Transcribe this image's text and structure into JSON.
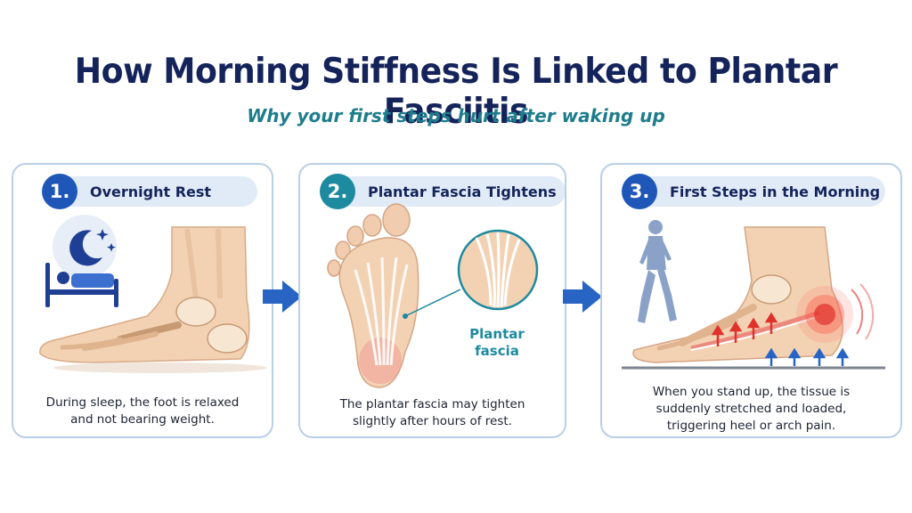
{
  "title": "How Morning Stiffness Is Linked to Plantar Fasciitis",
  "subtitle": "Why your first steps hurt after waking up",
  "colors": {
    "navy": "#14235a",
    "teal": "#1e7d8c",
    "blue_step": "#1f57b8",
    "teal_step": "#1e8aa0",
    "panel_border": "#b9cfe6",
    "arrow_blue": "#2764c4",
    "pain_red": "#e0312b"
  },
  "panels": [
    {
      "number": "1.",
      "heading": "Overnight Rest",
      "caption_lines": [
        "During sleep, the foot is relaxed",
        "and not bearing weight."
      ],
      "icons": [
        "moon-stars-icon",
        "bed-sleeping-person-icon",
        "foot-bones-illustration"
      ]
    },
    {
      "number": "2.",
      "heading": "Plantar Fascia Tightens",
      "caption_lines": [
        "The plantar fascia may tighten",
        "slightly after hours of rest."
      ],
      "callout_label_lines": [
        "Plantar",
        "fascia"
      ],
      "icons": [
        "foot-sole-illustration",
        "fascia-magnifier-icon"
      ]
    },
    {
      "number": "3.",
      "heading": "First Steps in the Morning",
      "caption_lines": [
        "When you stand up, the tissue is",
        "suddenly stretched and loaded,",
        "triggering heel or arch pain."
      ],
      "icons": [
        "walking-person-icon",
        "foot-strain-illustration",
        "heel-pain-glow-icon"
      ]
    }
  ]
}
